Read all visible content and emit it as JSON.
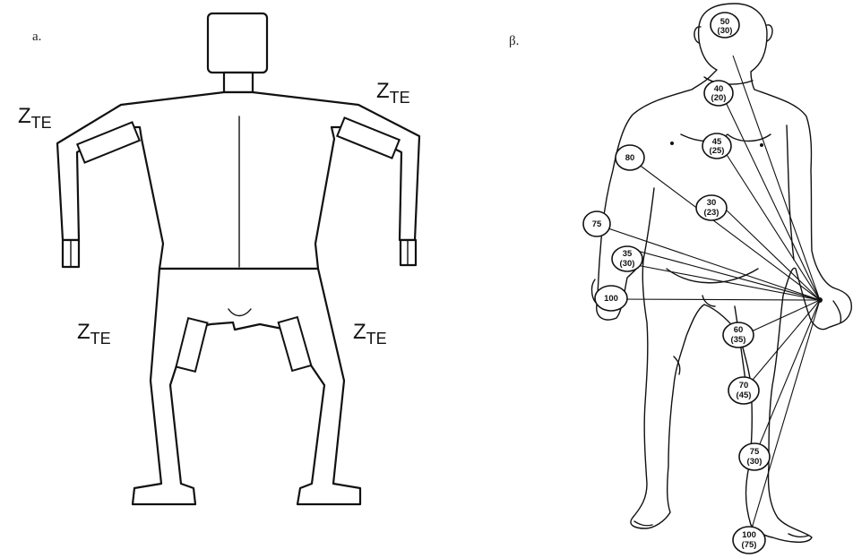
{
  "panel_a": {
    "tag": "a.",
    "electrode_labels": [
      {
        "main": "Z",
        "sub": "TE"
      },
      {
        "main": "Z",
        "sub": "TE"
      },
      {
        "main": "Z",
        "sub": "TE"
      },
      {
        "main": "Z",
        "sub": "TE"
      }
    ]
  },
  "panel_b": {
    "tag": "β.",
    "sites": [
      {
        "top": "50",
        "bottom": "(30)"
      },
      {
        "top": "40",
        "bottom": "(20)"
      },
      {
        "top": "45",
        "bottom": "(25)"
      },
      {
        "top": "30",
        "bottom": "(23)"
      },
      {
        "top": "80",
        "bottom": ""
      },
      {
        "top": "75",
        "bottom": ""
      },
      {
        "top": "35",
        "bottom": "(30)"
      },
      {
        "top": "100",
        "bottom": ""
      },
      {
        "top": "60",
        "bottom": "(35)"
      },
      {
        "top": "70",
        "bottom": "(45)"
      },
      {
        "top": "75",
        "bottom": "(30)"
      },
      {
        "top": "100",
        "bottom": "(75)"
      }
    ]
  }
}
